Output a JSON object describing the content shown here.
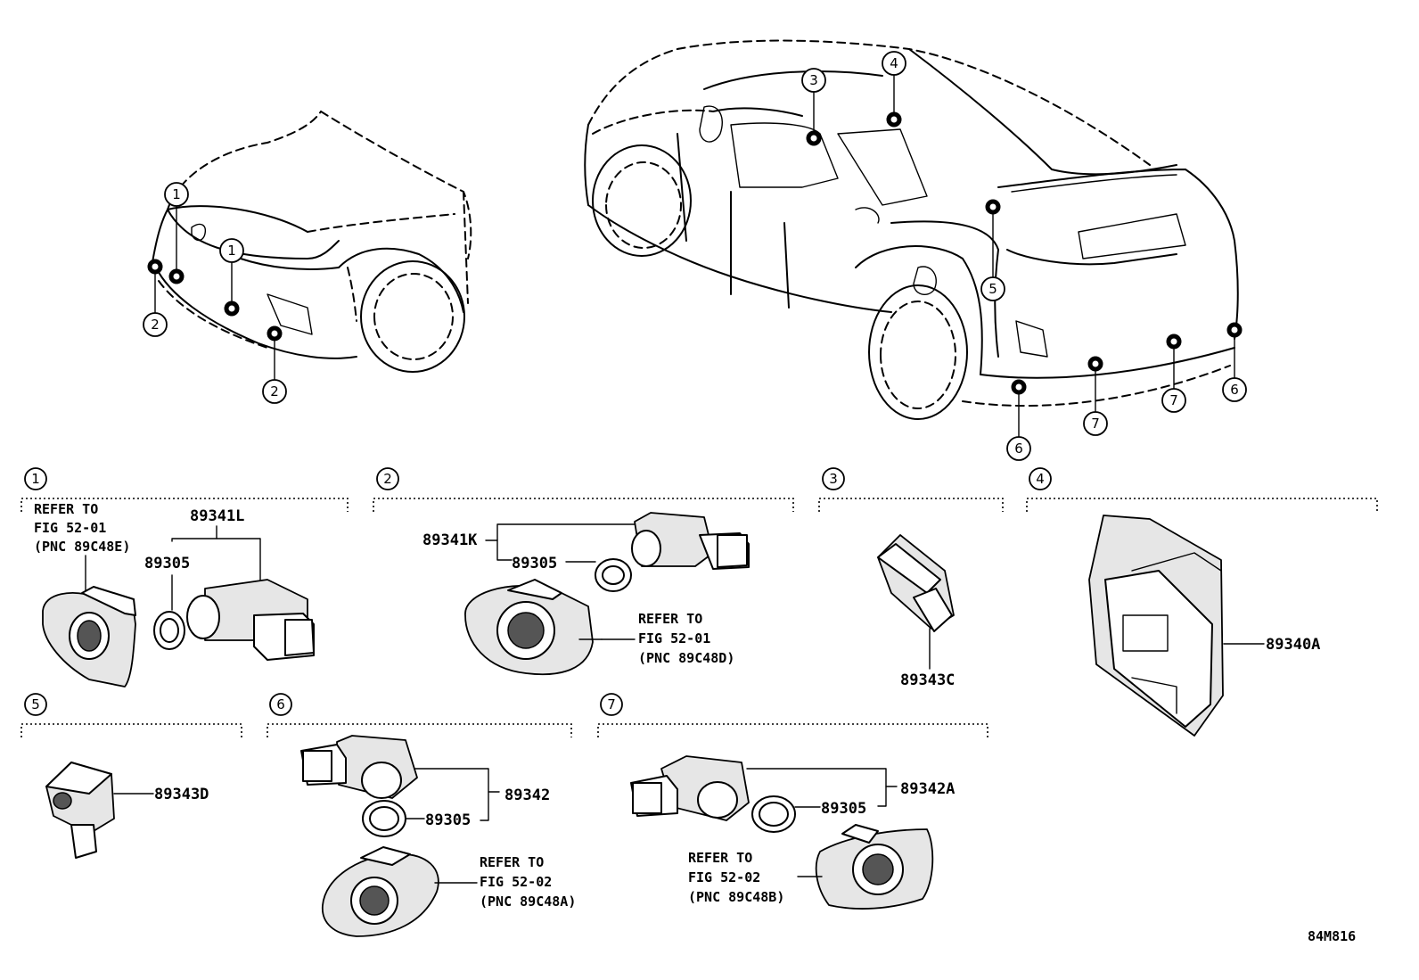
{
  "callout_numbers": [
    "1",
    "2",
    "3",
    "4",
    "5",
    "6",
    "7"
  ],
  "parts": {
    "p89341L": "89341L",
    "p89341K": "89341K",
    "p89305": "89305",
    "p89343C": "89343C",
    "p89340A": "89340A",
    "p89343D": "89343D",
    "p89342": "89342",
    "p89342A": "89342A"
  },
  "refer_notes": {
    "n1": [
      "REFER TO",
      "FIG 52-01",
      "(PNC 89C48E)"
    ],
    "n2": [
      "REFER TO",
      "FIG 52-01",
      "(PNC 89C48D)"
    ],
    "n6": [
      "REFER TO",
      "FIG 52-02",
      "(PNC 89C48A)"
    ],
    "n7": [
      "REFER TO",
      "FIG 52-02",
      "(PNC 89C48B)"
    ]
  },
  "figure_code": "84M816"
}
